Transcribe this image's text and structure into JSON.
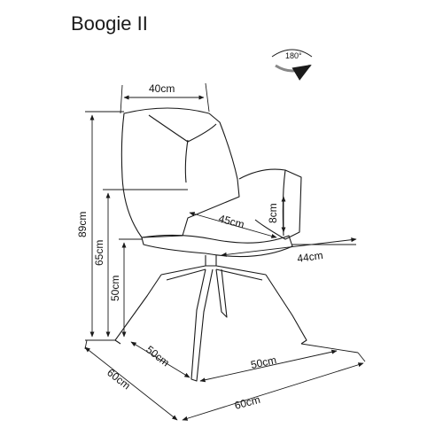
{
  "title": "Boogie II",
  "rotation_label": "180°",
  "dimensions": {
    "top_width": "40cm",
    "seat_depth": "45cm",
    "armrest_height": "8cm",
    "seat_width": "44cm",
    "total_height": "89cm",
    "seat_height": "65cm",
    "arm_height": "50cm",
    "base_left": "50cm",
    "base_right": "50cm",
    "footprint_left": "60cm",
    "footprint_right": "60cm"
  },
  "colors": {
    "line": "#1a1a1a",
    "text": "#111111",
    "background": "#ffffff"
  },
  "icons": {
    "rotation": "rotate-180-icon"
  }
}
